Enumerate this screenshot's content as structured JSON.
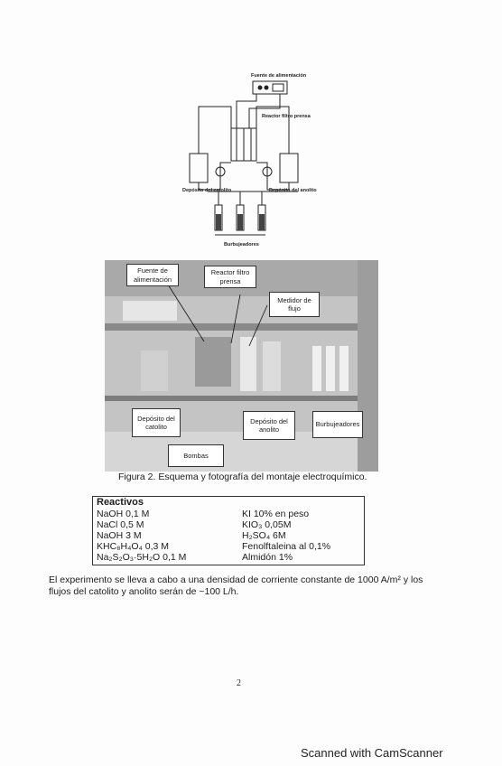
{
  "schematic": {
    "power_supply_label": "Fuente de alimentación",
    "reactor_label": "Reactor filtro prensa",
    "catholyte_tank_label": "Depósito del catolito",
    "anolyte_tank_label": "Depósito del anolito",
    "bubblers_label": "Burbujeadores"
  },
  "photo": {
    "callouts": {
      "power_supply": "Fuente de alimentación",
      "reactor": "Reactor filtro prensa",
      "flow_meter": "Medidor de flujo",
      "catholyte_tank": "Depósito del catolito",
      "anolyte_tank": "Depósito del anolito",
      "bubblers": "Burbujeadores",
      "pumps": "Bombas"
    }
  },
  "caption": "Figura 2. Esquema y fotografía del montaje electroquímico.",
  "reagents": {
    "header": "Reactivos",
    "left": [
      "NaOH 0,1 M",
      "NaCl 0,5 M",
      "NaOH 3 M",
      "KHC₈H₄O₄ 0,3 M",
      "Na₂S₂O₃·5H₂O 0,1 M"
    ],
    "right": [
      "KI 10% en peso",
      "KIO₃ 0,05M",
      "H₂SO₄ 6M",
      "Fenolftaleina al 0,1%",
      "Almidón 1%"
    ]
  },
  "paragraph": "El experimento se lleva a cabo a una densidad de corriente constante de 1000 A/m² y los flujos del catolito y anolito serán de ~100 L/h.",
  "page_number": "2",
  "watermark": "Scanned with CamScanner"
}
